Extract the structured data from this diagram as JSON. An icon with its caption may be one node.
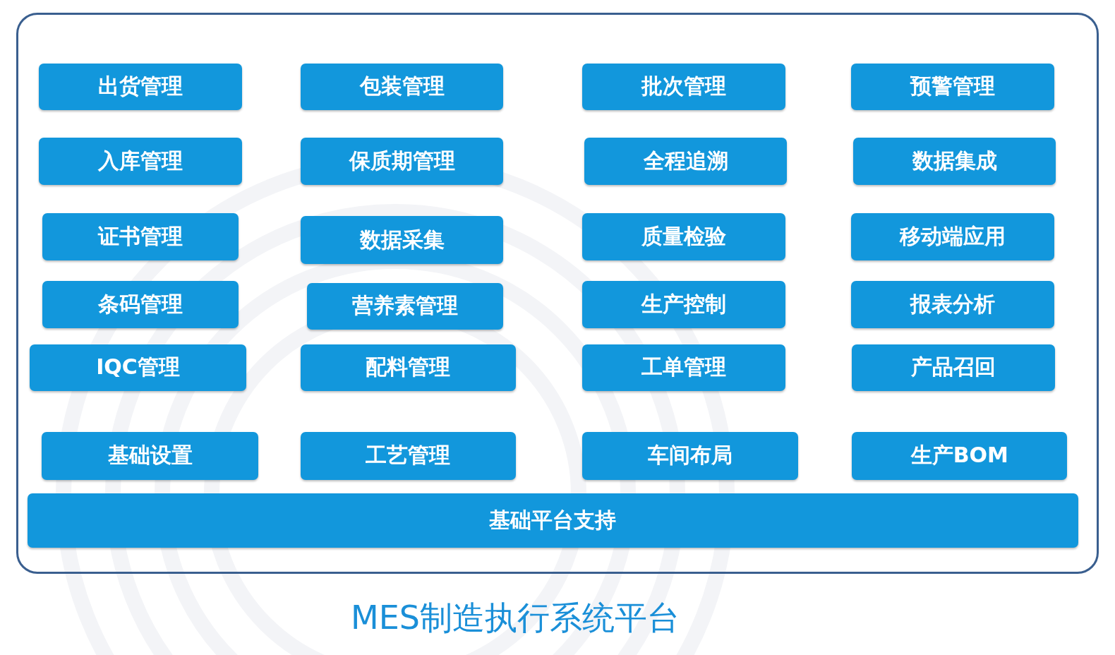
{
  "diagram": {
    "caption": "MES制造执行系统平台",
    "nodes": [
      {
        "text": [],
        "shape": "box"
      },
      {
        "text": [
          "出货管理"
        ],
        "in": 0
      },
      {
        "text": [
          "包装管理"
        ],
        "in": 0
      },
      {
        "text": [
          "批次管理"
        ],
        "in": 0
      },
      {
        "text": [
          "预警管理"
        ],
        "in": 0
      },
      {
        "text": [
          "入库管理"
        ],
        "in": 0
      },
      {
        "text": [
          "保质期管理"
        ],
        "in": 0
      },
      {
        "text": [
          "全程追溯"
        ],
        "in": 0
      },
      {
        "text": [
          "数据集成"
        ],
        "in": 0
      },
      {
        "text": [
          "证书管理"
        ],
        "in": 0
      },
      {
        "text": [
          "数据采集"
        ],
        "in": 0
      },
      {
        "text": [
          "质量检验"
        ],
        "in": 0
      },
      {
        "text": [
          "移动端应用"
        ],
        "in": 0
      },
      {
        "text": [
          "条码管理"
        ],
        "in": 0
      },
      {
        "text": [
          "营养素管理"
        ],
        "in": 0
      },
      {
        "text": [
          "生产控制"
        ],
        "in": 0
      },
      {
        "text": [
          "报表分析"
        ],
        "in": 0
      },
      {
        "text": [
          "IQC管理"
        ],
        "in": 0
      },
      {
        "text": [
          "配料管理"
        ],
        "in": 0
      },
      {
        "text": [
          "工单管理"
        ],
        "in": 0
      },
      {
        "text": [
          "产品召回"
        ],
        "in": 0
      },
      {
        "text": [
          "基础设置"
        ],
        "in": 0
      },
      {
        "text": [
          "工艺管理"
        ],
        "in": 0
      },
      {
        "text": [
          "车间布局"
        ],
        "in": 0
      },
      {
        "text": [
          "生产BOM"
        ],
        "in": 0
      },
      {
        "text": [
          "基础平台支持"
        ],
        "in": 0
      }
    ]
  }
}
